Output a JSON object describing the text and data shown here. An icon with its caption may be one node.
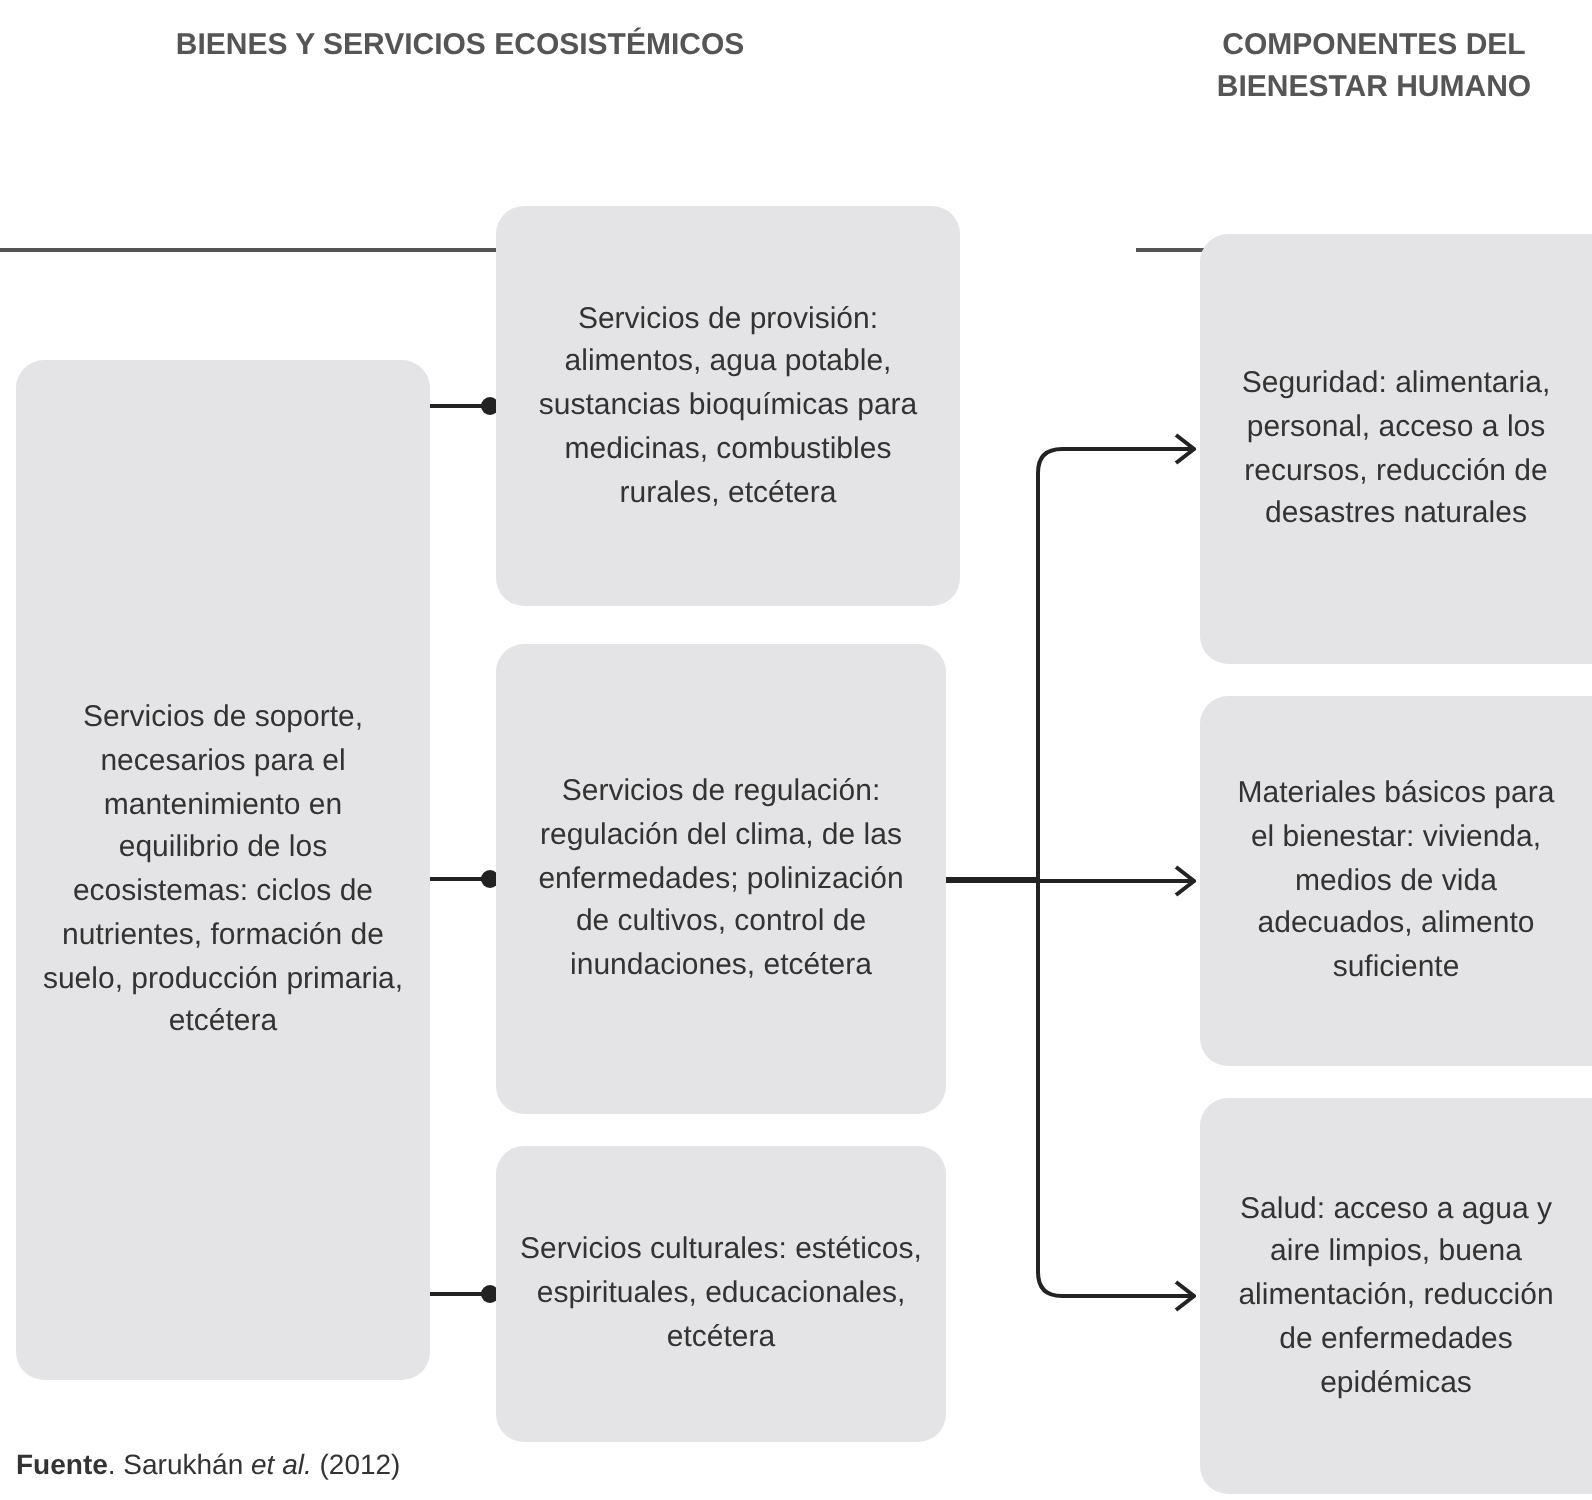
{
  "diagram": {
    "caption": "**Fuente**. Sarukhán *et al.* (2012)",
    "nodes": [
      {
        "text": [
          "Servicios de soporte, necesarios para el mantenimiento en equilibrio de los ecosistemas: ciclos de nutrientes, formación de suelo, producción primaria, etcétera"
        ]
      },
      {
        "text": [
          "Servicios de provisión: alimentos, agua potable, sustancias bioquímicas para medicinas, combustibles rurales, etcétera"
        ]
      },
      {
        "text": [
          "Servicios de regulación: regulación del clima, de las enfermedades; polinización de cultivos, control de inundaciones, etcétera"
        ]
      },
      {
        "text": [
          "Servicios culturales: estéticos, espirituales, educacionales, etcétera"
        ]
      },
      {
        "text": [
          "Seguridad: alimentaria, personal, acceso a los recursos, reducción de desastres naturales"
        ]
      },
      {
        "text": [
          "Materiales básicos para el bienestar: vivienda, medios de vida adecuados, alimento suficiente"
        ]
      },
      {
        "text": [
          "Salud: acceso a agua y aire limpios, buena alimentación, reducción de enfermedades epidémicas"
        ]
      }
    ],
    "edges": [
      {
        "from": 0,
        "to": 1,
        "arrow": "other"
      },
      {
        "from": 0,
        "to": 2,
        "arrow": "other"
      },
      {
        "from": 0,
        "to": 3,
        "arrow": "other"
      },
      {
        "from": 2,
        "to": 4,
        "arrow": "to"
      },
      {
        "from": 2,
        "to": 5,
        "arrow": "to"
      },
      {
        "from": 2,
        "to": 6,
        "arrow": "to"
      }
    ],
    "labels": [
      "BIENES Y SERVICIOS ECOSISTÉMICOS",
      "COMPONENTES DEL BIENESTAR HUMANO"
    ]
  }
}
